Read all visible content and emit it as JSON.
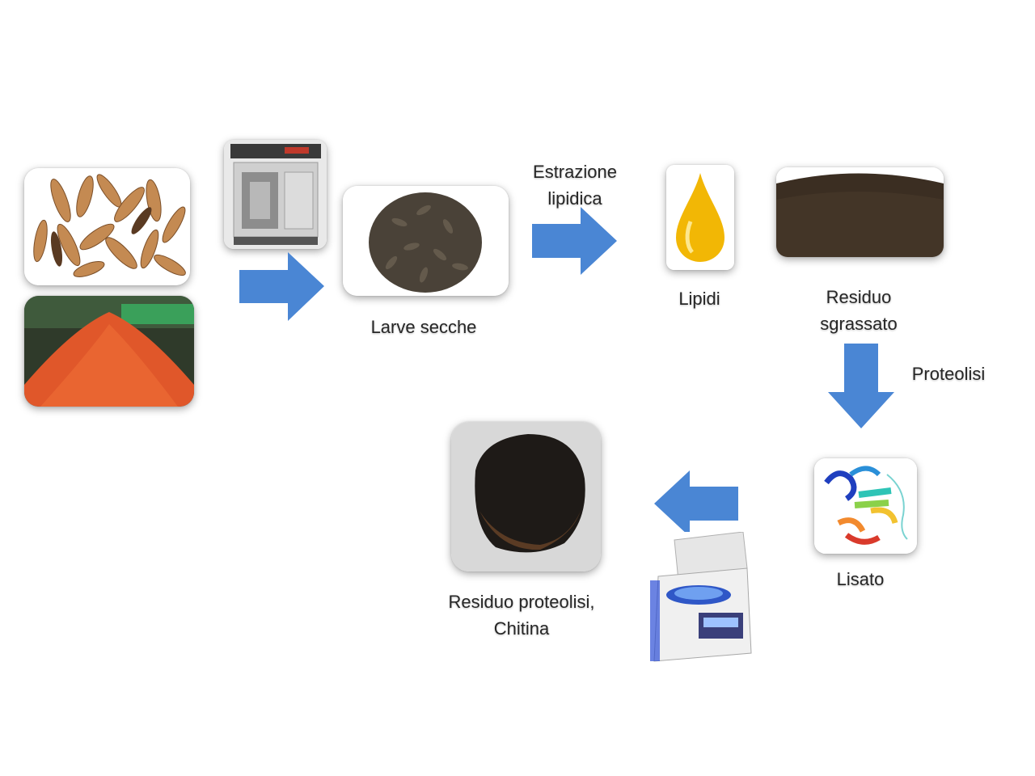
{
  "labels": {
    "dried_larvae": "Larve secche",
    "lipid_extraction_line1": "Estrazione",
    "lipid_extraction_line2": "lipidica",
    "lipids": "Lipidi",
    "defatted_residue_line1": "Residuo",
    "defatted_residue_line2": "sgrassato",
    "proteolysis": "Proteolisi",
    "lysate": "Lisato",
    "proteolysis_residue_line1": "Residuo proteolisi,",
    "proteolysis_residue_line2": "Chitina"
  },
  "colors": {
    "arrow": "#4a86d4",
    "oil": "#f2b705",
    "larvae_dry": "#4a4238",
    "substrate": "#e0572a",
    "defatted": "#3b2e22",
    "chitin": "#1e1a17"
  },
  "icons": [
    "larvae-photo",
    "feed-substrate-photo",
    "oven-photo",
    "dried-larvae-photo",
    "oil-drop-icon",
    "defatted-powder-photo",
    "protein-structure-icon",
    "centrifuge-photo",
    "chitin-residue-photo"
  ]
}
